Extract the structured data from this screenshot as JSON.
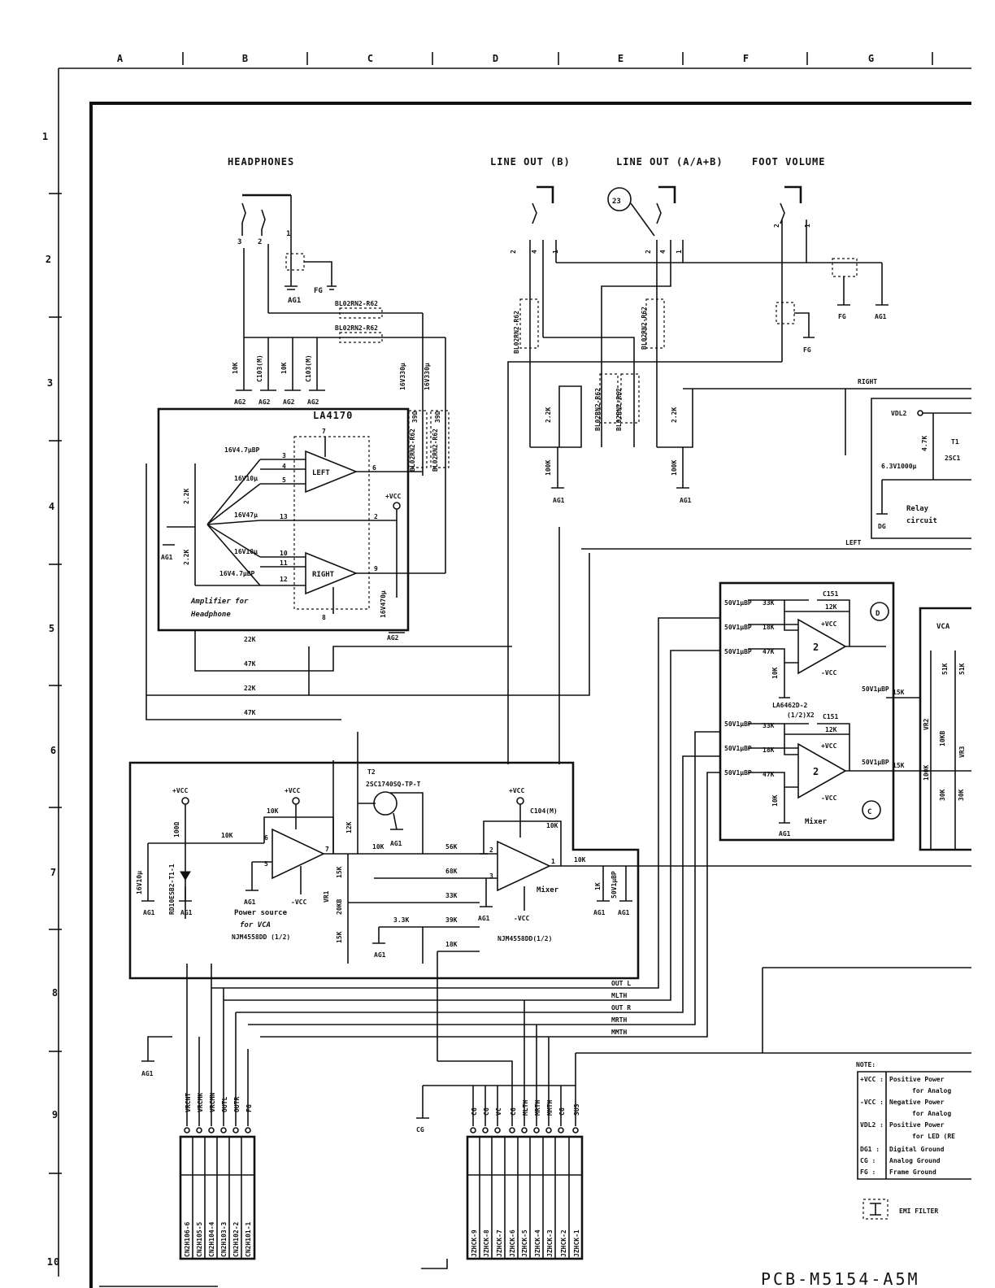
{
  "grid": {
    "columns": [
      "A",
      "B",
      "C",
      "D",
      "E",
      "F",
      "G"
    ],
    "rows": [
      "1",
      "2",
      "3",
      "4",
      "5",
      "6",
      "7",
      "8",
      "9",
      "10"
    ]
  },
  "jacks": {
    "headphones": "HEADPHONES",
    "line_out_b": "LINE OUT (B)",
    "line_out_aab": "LINE OUT (A/A+B)",
    "foot_volume": "FOOT VOLUME",
    "callout_23": "23"
  },
  "filters": {
    "bl_a": "BL02RN2-R62",
    "bl_b": "BL02RN2-R62",
    "bl_c": "BL02RN2-R62",
    "bl_d": "BL02RN2-R62",
    "bl_e": "BL02RN2-R62",
    "bl_f": "BL02RN2-R62",
    "bl_g": "BL02RN2-R62",
    "bl_h": "BL02RN2-R62"
  },
  "grounds": {
    "ag1": "AG1",
    "ag2": "AG2",
    "fg": "FG",
    "dg": "DG",
    "cg": "CG"
  },
  "headphone_amp": {
    "ic": "LA4170",
    "left": "LEFT",
    "right": "RIGHT",
    "caption_1": "Amplifier for",
    "caption_2": "Headphone",
    "vcc": "+VCC",
    "c1": "16V4.7µBP",
    "c2": "16V10µ",
    "c3": "16V47µ",
    "c4": "16V10µ",
    "c5": "16V4.7µBP",
    "c6": "16V470µ",
    "c7": "16V330µ",
    "c8": "16V330µ",
    "r_22k": "2.2K",
    "r_10k": "10K",
    "c103": "C103(M)",
    "r_39": "39Ω",
    "pins": [
      "3",
      "4",
      "5",
      "7",
      "6",
      "13",
      "2",
      "10",
      "11",
      "12",
      "9",
      "8"
    ]
  },
  "feedback": {
    "r1": "22K",
    "r2": "47K",
    "r3": "22K",
    "r4": "47K"
  },
  "line_out": {
    "r_22k_a": "2.2K",
    "r_22k_b": "2.2K",
    "r_100k_a": "100K",
    "r_100k_b": "100K"
  },
  "nets": {
    "right": "RIGHT",
    "left": "LEFT"
  },
  "relay": {
    "vdl2": "VDL2",
    "r": "4.7K",
    "t1": "T1",
    "t1_part": "2SC1",
    "cap": "6.3V1000µ",
    "title_1": "Relay",
    "title_2": "circuit"
  },
  "vca_mixer": {
    "c1": "50V1µBP",
    "c2": "50V1µBP",
    "c3": "50V1µBP",
    "c4": "50V1µBP",
    "c5": "50V1µBP",
    "c6": "50V1µBP",
    "c7": "50V1µBP",
    "c8": "50V1µBP",
    "r33k": "33K",
    "r18k": "18K",
    "r47k": "47K",
    "r33k2": "33K",
    "r18k2": "18K",
    "r47k2": "47K",
    "c151": "C151",
    "c151b": "C151",
    "r12k": "12K",
    "r12k2": "12K",
    "r10k": "10K",
    "r10k2": "10K",
    "r15k": "15K",
    "r15k2": "15K",
    "ic_label": "LA6462D-2",
    "ic_sub": "(1/2)X2",
    "mixer": "Mixer",
    "vcc_p": "+VCC",
    "vcc_n": "-VCC",
    "d_mark": "D",
    "c_mark": "C",
    "op2": "2",
    "op2b": "2",
    "vca": "VCA",
    "vr2": "VR2",
    "vr3": "VR3",
    "r100k": "100K",
    "r10kb": "10KB",
    "r30k": "30K",
    "r30k2": "30K",
    "r51k": "51K",
    "r51k2": "51K"
  },
  "power_mixer": {
    "vcc1": "+VCC",
    "vcc2": "+VCC",
    "vcc3": "+VCC",
    "vcc_n1": "-VCC",
    "vcc_n2": "-VCC",
    "r_100": "100Ω",
    "r10k_a": "10K",
    "r10k_b": "10K",
    "r10k_c": "10K",
    "r10k_d": "10K",
    "r10k_e": "10K",
    "r12k": "12K",
    "r15k": "15K",
    "r15k2": "15K",
    "r20kb": "20KB",
    "vr1": "VR1",
    "r56k": "56K",
    "r68k": "68K",
    "r33k": "33K",
    "r39k": "39K",
    "r3_3k": "3.3K",
    "r18k": "18K",
    "r1k": "1K",
    "c_10u": "16V10µ",
    "zener": "RD10ESB2-T1-1",
    "t2": "T2",
    "t2_part": "2SC1740SQ-TP-T",
    "c104": "C104(M)",
    "c50v": "50V1µBP",
    "power_1": "Power source",
    "power_2": "for VCA",
    "ic1": "NJM4558DD  (1/2)",
    "ic2": "NJM4558DD(1/2)",
    "mixer": "Mixer"
  },
  "bus": [
    "OUT L",
    "MLTH",
    "OUT R",
    "MRTH",
    "MMTH"
  ],
  "connector_left": {
    "pins": [
      "VRCNT",
      "VRCMK",
      "VRCMN",
      "OUTL",
      "OUTR",
      "FG"
    ],
    "names": [
      "CN2H106-6",
      "CN2H105-5",
      "CN2H104-4",
      "CN2H103-3",
      "CN2H102-2",
      "CN2H101-1"
    ]
  },
  "connector_right": {
    "pins": [
      "CG",
      "CG",
      "VC",
      "CG",
      "MLTH",
      "MRTH",
      "MMTH",
      "CG",
      "SUS"
    ],
    "names": [
      "JZHCK-9",
      "JZHCK-8",
      "JZHCK-7",
      "JZHCK-6",
      "JZHCK-5",
      "JZHCK-4",
      "JZHCK-3",
      "JZHCK-2",
      "JZHCK-1"
    ]
  },
  "notes": {
    "title": "NOTE:",
    "rows": [
      {
        "sym": "+VCC :",
        "text": "Positive Power"
      },
      {
        "sym": "",
        "text": "for Analog"
      },
      {
        "sym": "-VCC :",
        "text": "Negative Power"
      },
      {
        "sym": "",
        "text": "for Analog"
      },
      {
        "sym": "VDL2 :",
        "text": "Positive Power"
      },
      {
        "sym": "",
        "text": "for LED (RE"
      },
      {
        "sym": "DG1 :",
        "text": "Digital Ground"
      },
      {
        "sym": "CG :",
        "text": "Analog Ground"
      },
      {
        "sym": "FG :",
        "text": "Frame Ground"
      }
    ],
    "emi": "EMI FILTER"
  },
  "board": "PCB-M5154-A5M"
}
